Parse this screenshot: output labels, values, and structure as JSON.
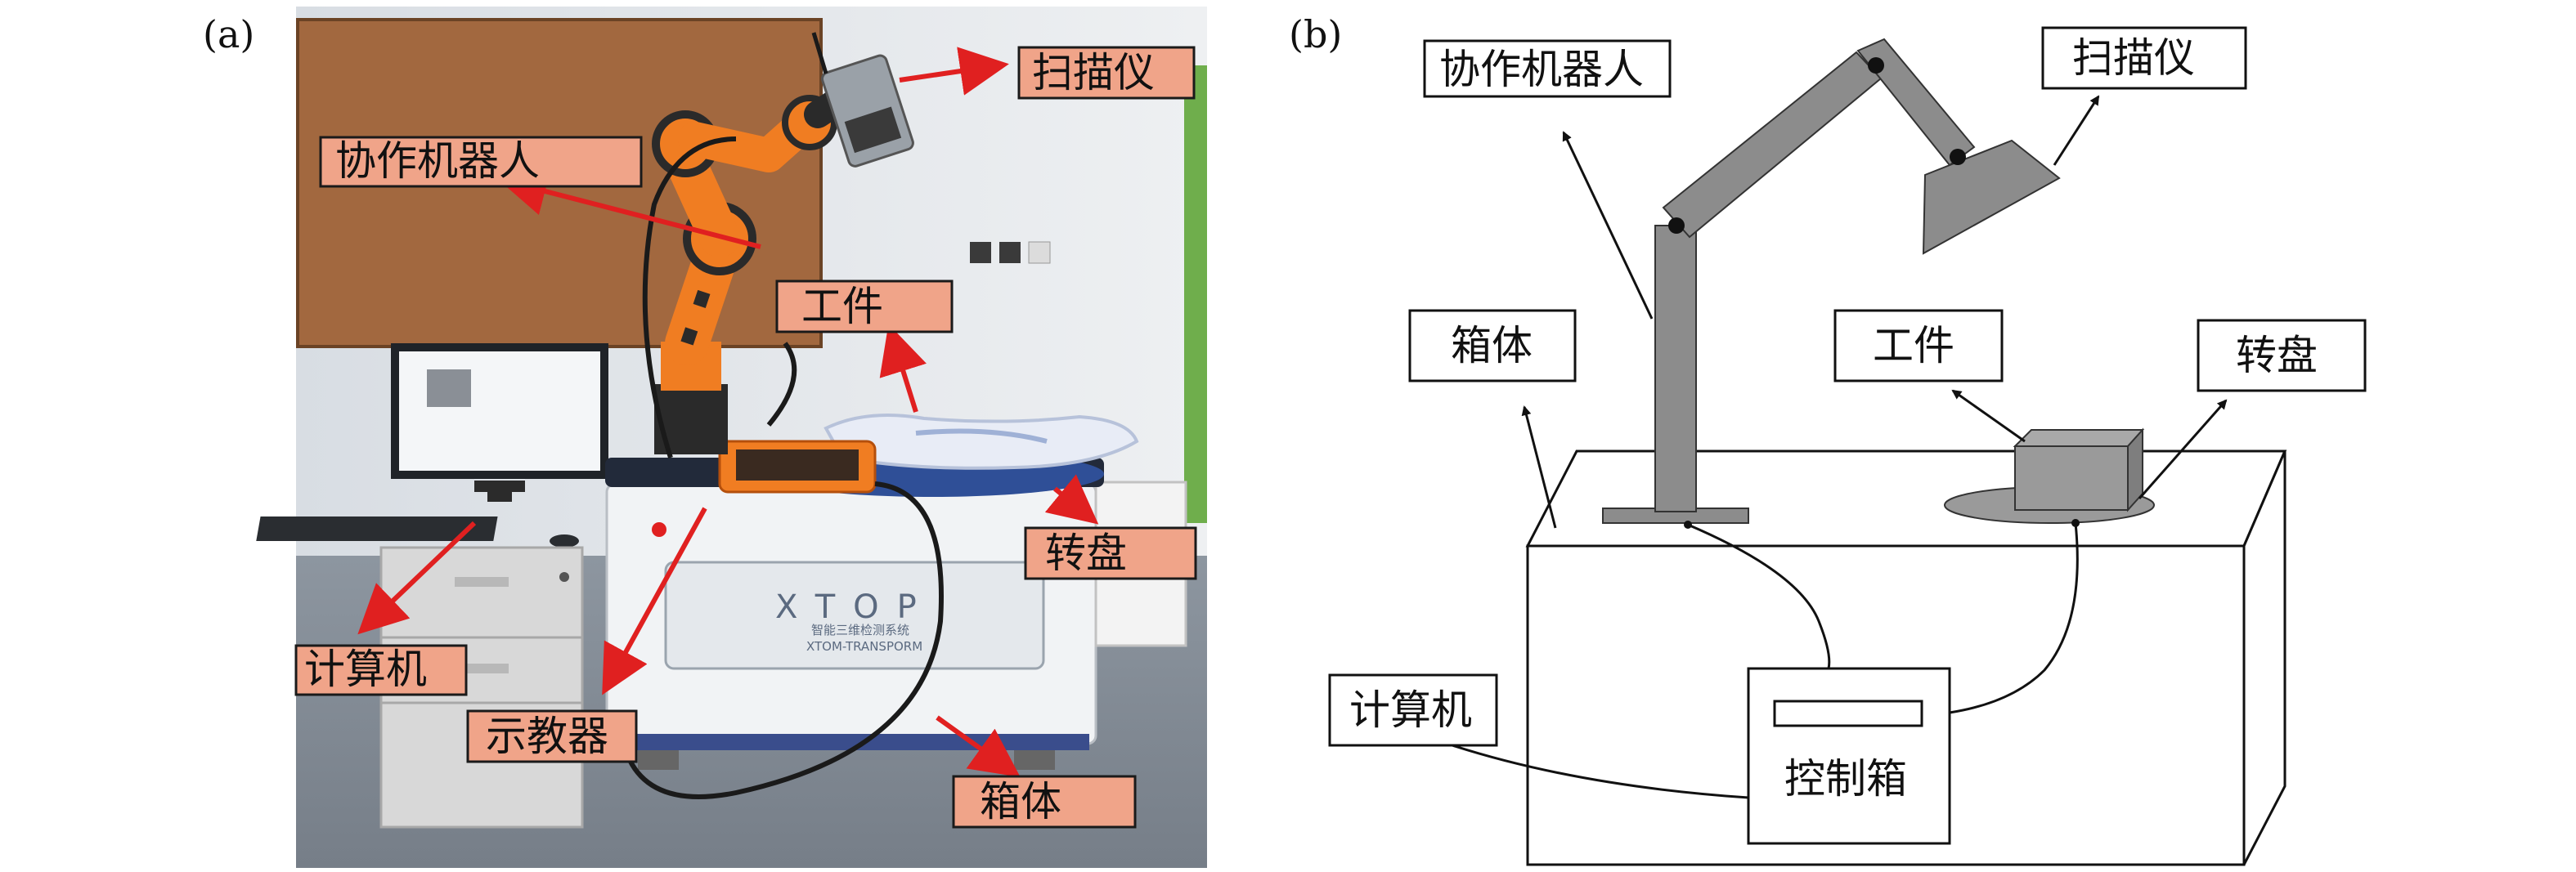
{
  "panels": {
    "a": "(a)",
    "b": "(b)"
  },
  "photo": {
    "labels": {
      "scanner": "扫描仪",
      "cobot": "协作机器人",
      "workpiece": "工件",
      "turntable": "转盘",
      "computer": "计算机",
      "teach_pendant": "示教器",
      "cabinet": "箱体"
    },
    "machine_brand": "XTOP",
    "machine_subtitle": "智能三维检测系统",
    "machine_model": "XTOM-TRANSPORM"
  },
  "schematic": {
    "labels": {
      "cobot": "协作机器人",
      "scanner": "扫描仪",
      "cabinet": "箱体",
      "workpiece": "工件",
      "turntable": "转盘",
      "computer": "计算机",
      "control_box": "控制箱"
    }
  },
  "colors": {
    "label_fill": "#f0a489",
    "arrow": "#e02020",
    "robot_orange": "#f07d22",
    "schematic_gray": "#8c8c8c",
    "wall_panel": "#a2683f"
  }
}
